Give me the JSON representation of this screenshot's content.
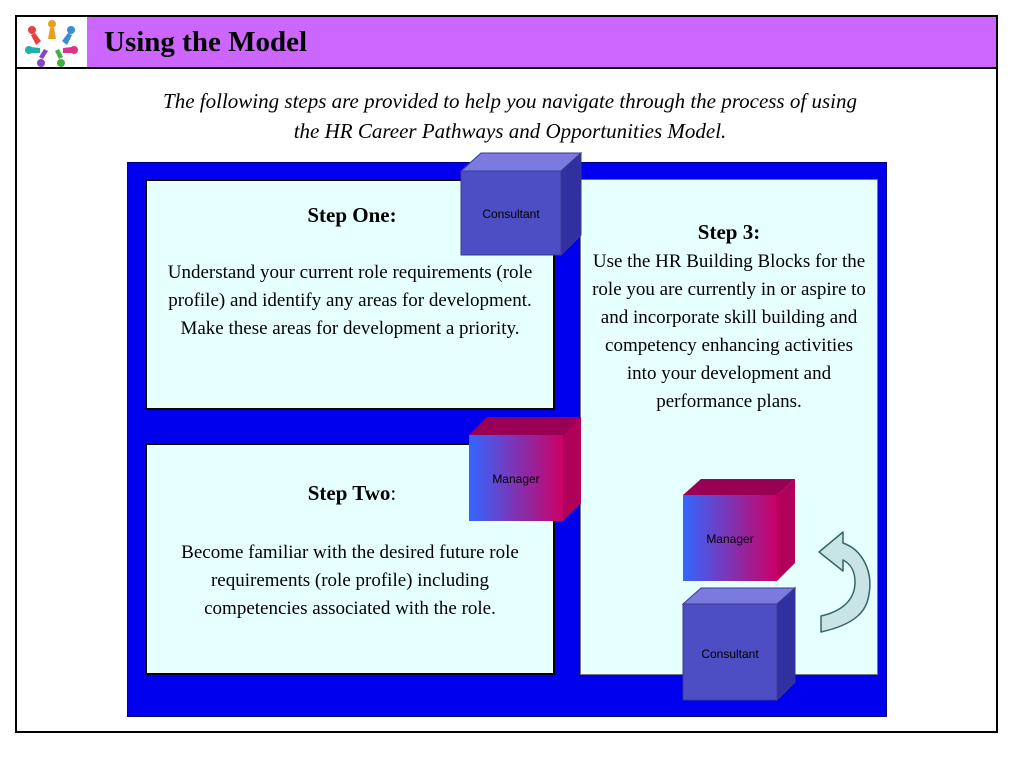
{
  "header": {
    "title": "Using the Model"
  },
  "intro": {
    "line1": "The following steps are provided to help you navigate through the process of using",
    "line2": "the HR Career Pathways and Opportunities Model."
  },
  "steps": [
    {
      "heading": "Step One:",
      "text": "Understand your current role requirements (role profile) and identify any areas for development.  Make these areas for development a priority."
    },
    {
      "heading": "Step Two",
      "heading_suffix": ":",
      "text": "Become familiar with the desired future role requirements (role profile) including competencies associated with the role."
    },
    {
      "heading": "Step 3:",
      "text": "Use the HR Building Blocks for the role you are currently in or aspire to and incorporate skill building and competency enhancing activities into your development and performance plans."
    }
  ],
  "cubes": {
    "consultant_top": "Consultant",
    "manager_middle": "Manager",
    "manager_right": "Manager",
    "consultant_right": "Consultant"
  },
  "colors": {
    "title_bar": "#cc66ff",
    "panel": "#0000ee",
    "box_fill": "#e6ffff",
    "consultant_cube": "#4d4dc4",
    "manager_gradient_start": "#3366ff",
    "manager_gradient_end": "#cc0066",
    "arrow_fill": "#c8e4e4"
  },
  "icons": {
    "logo": "people-circle-logo",
    "cycle_arrow": "curved-arrow-icon"
  }
}
